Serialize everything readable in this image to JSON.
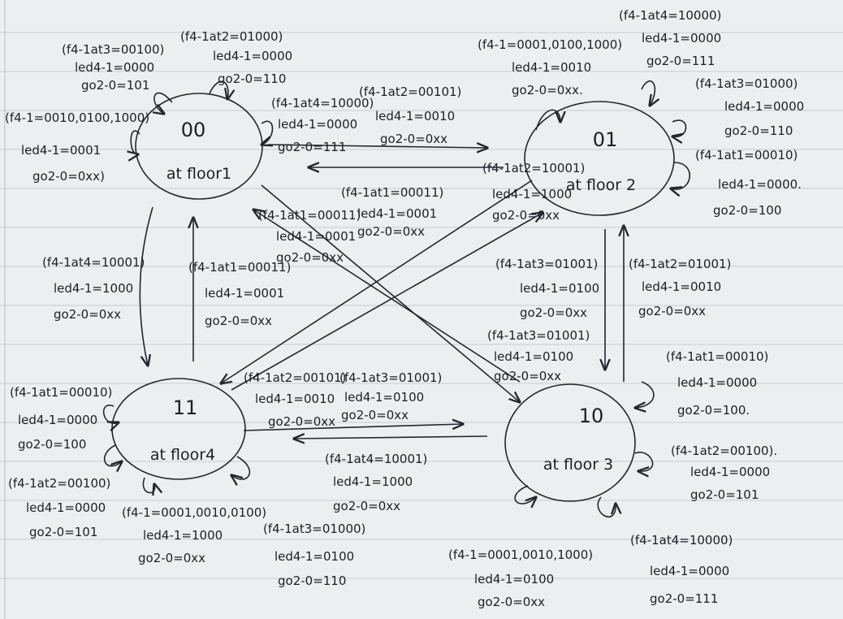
{
  "states": {
    "s00": {
      "code": "00",
      "label": "at floor1"
    },
    "s01": {
      "code": "01",
      "label": "at floor 2"
    },
    "s10": {
      "code": "10",
      "label": "at floor 3"
    },
    "s11": {
      "code": "11",
      "label": "at floor4"
    }
  },
  "annotations": {
    "a00_self_top_left": [
      "(f4-1at3=00100)",
      "led4-1=0000",
      "go2-0=101"
    ],
    "a00_self_top_right": [
      "(f4-1at2=01000)",
      "led4-1=0000",
      "go2-0=110"
    ],
    "a00_self_left": [
      "(f4-1=0010,0100,1000)",
      "led4-1=0001",
      "go2-0=0xx)"
    ],
    "a00_self_right": [
      "(f4-1at4=10000)",
      "led4-1=0000",
      "go2-0=111"
    ],
    "a00_to_01": [
      "(f4-1at2=00101)",
      "led4-1=0010",
      "go2-0=0xx"
    ],
    "a01_to_00": [
      "(f4-1at1=00011)",
      "led4-1=0001",
      "go2-0=0xx"
    ],
    "a01_self_left": [
      "(f4-1=0001,0100,1000)",
      "led4-1=0010",
      "go2-0=0xx."
    ],
    "a01_self_top": [
      "(f4-1at4=10000)",
      "led4-1=0000",
      "go2-0=111"
    ],
    "a01_self_right_top": [
      "(f4-1at3=01000)",
      "led4-1=0000",
      "go2-0=110"
    ],
    "a01_self_right": [
      "(f4-1at1=00010)",
      "led4-1=0000.",
      "go2-0=100"
    ],
    "a11_to_01": [
      "(f4-1at2=10001)",
      "led4-1=1000",
      "go2-0=0xx"
    ],
    "a00_to_10": [
      "(f4-1at1=00011)",
      "led4-1=0001",
      "go2-0=0xx"
    ],
    "a00_to_11": [
      "(f4-1at4=10001)",
      "led4-1=1000",
      "go2-0=0xx"
    ],
    "a11_to_00": [
      "(f4-1at1=00011)",
      "led4-1=0001",
      "go2-0=0xx"
    ],
    "a01_to_10": [
      "(f4-1at3=01001)",
      "led4-1=0100",
      "go2-0=0xx"
    ],
    "a10_to_01": [
      "(f4-1at2=01001)",
      "led4-1=0010",
      "go2-0=0xx"
    ],
    "a10_to_00": [
      "(f4-1at3=01001)",
      "led4-1=0100",
      "go2-0=0xx"
    ],
    "a10_self_top": [
      "(f4-1at1=00010)",
      "led4-1=0000",
      "go2-0=100."
    ],
    "a10_self_right": [
      "(f4-1at2=00100).",
      "led4-1=0000",
      "go2-0=101"
    ],
    "a10_self_bottom_right": [
      "(f4-1at4=10000)",
      "led4-1=0000",
      "go2-0=111"
    ],
    "a10_self_bottom": [
      "(f4-1=0001,0010,1000)",
      "led4-1=0100",
      "go2-0=0xx"
    ],
    "a01_to_11": [
      "(f4-1at2=00101)",
      "led4-1=0010",
      "go2-0=0xx"
    ],
    "a11_to_10": [
      "(f4-1at3=01001)",
      "led4-1=0100",
      "go2-0=0xx"
    ],
    "a10_to_11": [
      "(f4-1at4=10001)",
      "led4-1=1000",
      "go2-0=0xx"
    ],
    "a11_self_left": [
      "(f4-1at1=00010)",
      "led4-1=0000",
      "go2-0=100"
    ],
    "a11_self_bottom_left": [
      "(f4-1at2=00100)",
      "led4-1=0000",
      "go2-0=101"
    ],
    "a11_self_bottom": [
      "(f4-1=0001,0010,0100)",
      "led4-1=1000",
      "go2-0=0xx"
    ],
    "a11_self_bottom_right": [
      "(f4-1at3=01000)",
      "led4-1=0100",
      "go2-0=110"
    ]
  }
}
